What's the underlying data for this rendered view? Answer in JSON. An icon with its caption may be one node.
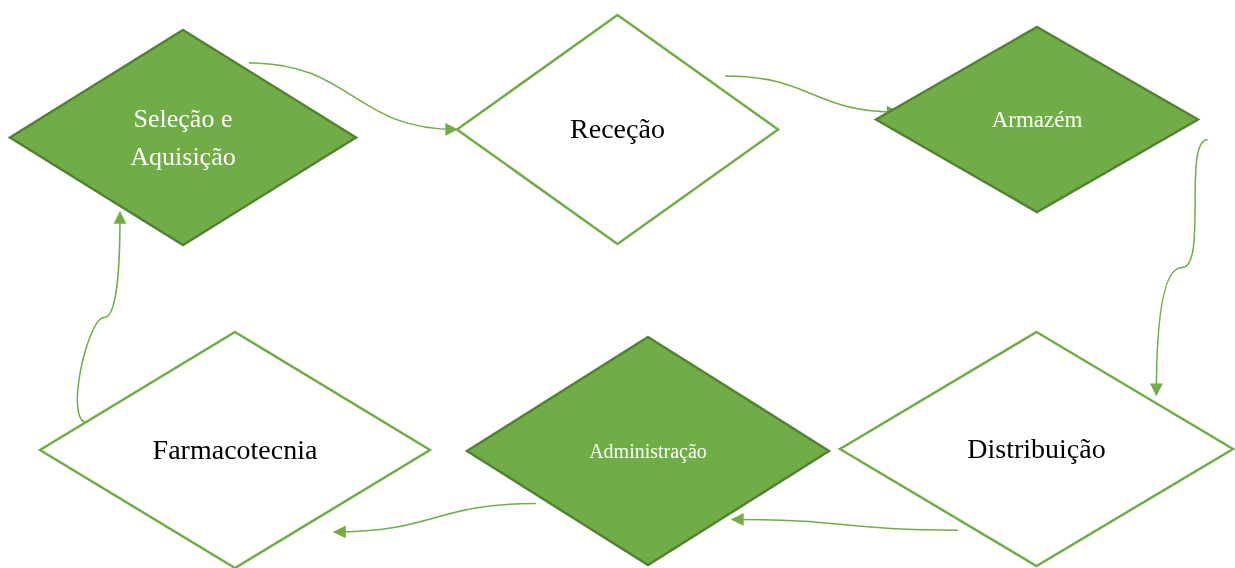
{
  "diagram": {
    "nodes": [
      {
        "text": [
          "Seleção e Aquisição"
        ]
      },
      {
        "text": [
          "Receção"
        ]
      },
      {
        "text": [
          "Armazém"
        ]
      },
      {
        "text": [
          "Distribuição"
        ]
      },
      {
        "text": [
          "Administração"
        ]
      },
      {
        "text": [
          "Farmacotecnia"
        ]
      }
    ],
    "edges": [
      {
        "from": 0,
        "to": 1,
        "arrow": "to"
      },
      {
        "from": 1,
        "to": 2,
        "arrow": "to"
      },
      {
        "from": 2,
        "to": 3,
        "arrow": "to"
      },
      {
        "from": 3,
        "to": 4,
        "arrow": "to"
      },
      {
        "from": 4,
        "to": 5,
        "arrow": "to"
      },
      {
        "from": 5,
        "to": 0,
        "arrow": "to"
      }
    ]
  }
}
